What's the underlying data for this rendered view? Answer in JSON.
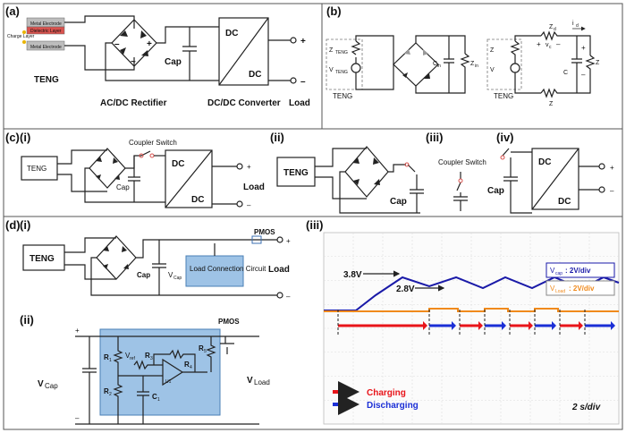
{
  "panels": {
    "a": "(a)",
    "b": "(b)",
    "c": "(c)",
    "d": "(d)",
    "c_i": "(i)",
    "c_ii": "(ii)",
    "c_iii": "(iii)",
    "c_iv": "(iv)",
    "d_i": "(i)",
    "d_ii": "(ii)",
    "d_iii": "(iii)"
  },
  "a": {
    "teng": "TENG",
    "layer1": "Metal Electrode",
    "layer2": "Dielectric Layer",
    "layer3": "Metal Electrode",
    "charge_layer": "Charge Layer",
    "cap": "Cap",
    "dc1": "DC",
    "dc2": "DC",
    "rectifier": "AC/DC Rectifier",
    "converter": "DC/DC Converter",
    "load": "Load",
    "plus": "+",
    "minus": "–",
    "rect_minus": "–",
    "rect_plus": "+",
    "rect_tilde": "~"
  },
  "b": {
    "z_teng": "Z",
    "z_sub": "TENG",
    "v_teng": "V",
    "v_sub": "TENG",
    "teng": "TENG",
    "cin": "C",
    "cin_sub": "in",
    "zin": "Z",
    "zin_sub": "in",
    "z_teng2": "Z",
    "v_teng2": "V",
    "teng2": "TENG",
    "cin2": "C",
    "zin2": "Z",
    "zd1": "Z",
    "zd_sub": "d",
    "zd2": "Z",
    "vc": "v",
    "vc_sub": "c",
    "id": "i",
    "id_sub": "d",
    "plus": "+",
    "minus": "–",
    "vd_plus": "+",
    "vd_minus": "–"
  },
  "c": {
    "teng": "TENG",
    "coupler": "Coupler Switch",
    "cap": "Cap",
    "dc1": "DC",
    "dc2": "DC",
    "load": "Load",
    "plus": "+",
    "minus": "–",
    "teng2": "TENG",
    "cap2": "Cap",
    "coupler3": "Coupler Switch",
    "cap4": "Cap",
    "plus4": "+",
    "minus4": "–"
  },
  "d": {
    "teng": "TENG",
    "cap": "Cap",
    "vcap": "V",
    "vcap_sub": "Cap",
    "load_conn": "Load Connection Circuit",
    "pmos": "PMOS",
    "load": "Load",
    "plus": "+",
    "minus": "–",
    "r1": "R",
    "r2": "R",
    "r3": "R",
    "r4": "R",
    "r5": "R",
    "c1": "C",
    "r1_sub": "1",
    "r2_sub": "2",
    "r3_sub": "3",
    "r4_sub": "4",
    "r5_sub": "5",
    "c1_sub": "1",
    "vref": "V",
    "vref_sub": "ref",
    "vcap2": "V",
    "vcap2_sub": "Cap",
    "vload": "V",
    "vload_sub": "Load",
    "pmos2": "PMOS",
    "plus2": "+",
    "minus2": "–",
    "u1": "U1"
  },
  "scope": {
    "v38": "3.8V",
    "v28": "2.8V",
    "legend_vcap": "V",
    "legend_vcap_sub": "cap",
    "legend_vcap_val": ": 2V/div",
    "legend_vload": "V",
    "legend_vload_sub": "Load",
    "legend_vload_val": ": 2V/div",
    "charging": "Charging",
    "discharging": "Discharging",
    "timebase": "2 s/div",
    "colors": {
      "vcap": "#1a1aa8",
      "vload": "#f08a1c",
      "charging": "#e8141a",
      "discharging": "#1b2fd6"
    }
  }
}
